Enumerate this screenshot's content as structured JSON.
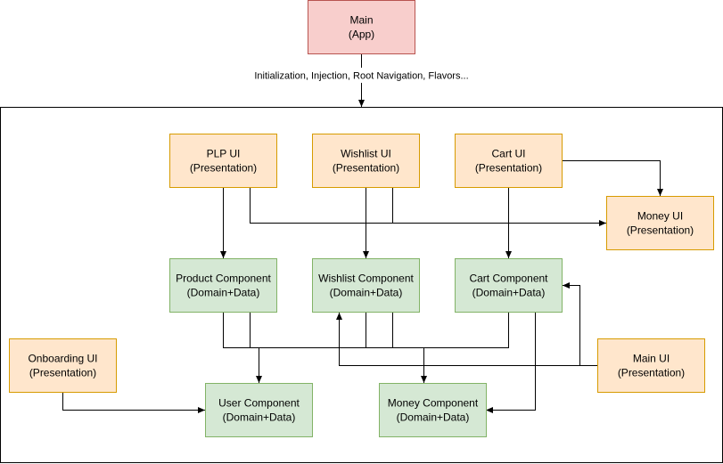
{
  "colors": {
    "red_fill": "#f8cecc",
    "red_stroke": "#b85450",
    "orange_fill": "#ffe6cc",
    "orange_stroke": "#d79b00",
    "green_fill": "#d5e8d4",
    "green_stroke": "#82b366",
    "line": "#000000"
  },
  "main_app": {
    "line1": "Main",
    "line2": "(App)"
  },
  "edge_label": "Initialization, Injection, Root Navigation, Flavors...",
  "plp_ui": {
    "line1": "PLP UI",
    "line2": "(Presentation)"
  },
  "wishlist_ui": {
    "line1": "Wishlist UI",
    "line2": "(Presentation)"
  },
  "cart_ui": {
    "line1": "Cart UI",
    "line2": "(Presentation)"
  },
  "money_ui": {
    "line1": "Money UI",
    "line2": "(Presentation)"
  },
  "product_component": {
    "line1": "Product Component",
    "line2": "(Domain+Data)"
  },
  "wishlist_component": {
    "line1": "Wishlist Component",
    "line2": "(Domain+Data)"
  },
  "cart_component": {
    "line1": "Cart Component",
    "line2": "(Domain+Data)"
  },
  "onboarding_ui": {
    "line1": "Onboarding UI",
    "line2": "(Presentation)"
  },
  "main_ui": {
    "line1": "Main UI",
    "line2": "(Presentation)"
  },
  "user_component": {
    "line1": "User Component",
    "line2": "(Domain+Data)"
  },
  "money_component": {
    "line1": "Money Component",
    "line2": "(Domain+Data)"
  }
}
